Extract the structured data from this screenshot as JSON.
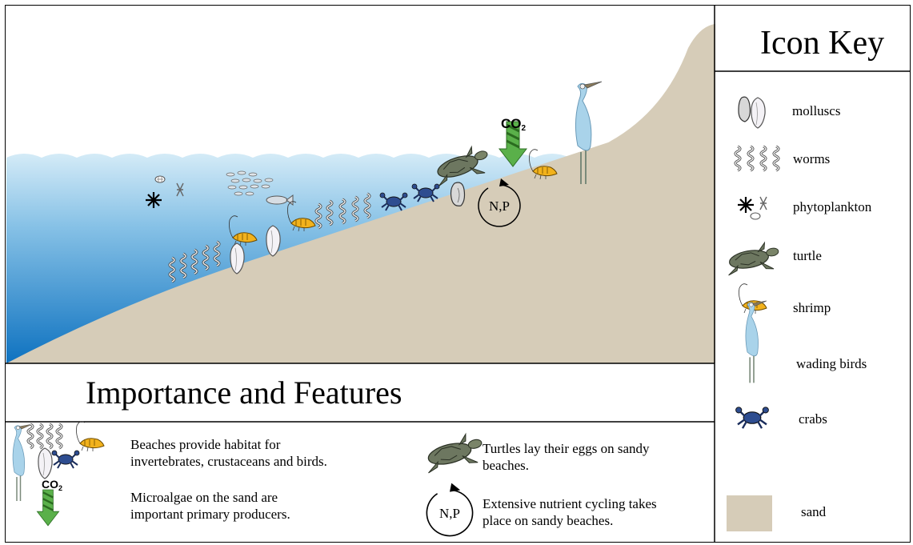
{
  "icon_key": {
    "title": "Icon Key",
    "items": [
      {
        "icon": "mollusc-icon",
        "label": "molluscs"
      },
      {
        "icon": "worm-icon",
        "label": "worms"
      },
      {
        "icon": "phytoplankton-icon",
        "label": "phytoplankton"
      },
      {
        "icon": "turtle-icon",
        "label": "turtle"
      },
      {
        "icon": "shrimp-icon",
        "label": "shrimp"
      },
      {
        "icon": "wading-bird-icon",
        "label": "wading birds"
      },
      {
        "icon": "crab-icon",
        "label": "crabs"
      },
      {
        "icon": "sand-swatch",
        "label": "sand"
      }
    ]
  },
  "scene": {
    "co2_label": "CO",
    "co2_subscript": "2",
    "nutrient_label": "N,P"
  },
  "importance": {
    "title": "Importance and Features",
    "items": [
      {
        "line1": "Beaches provide habitat for",
        "line2": "invertebrates, crustaceans and birds."
      },
      {
        "line1": "Microalgae on the sand are",
        "line2": "important primary producers."
      },
      {
        "line1": "Turtles lay their eggs on sandy",
        "line2": "beaches."
      },
      {
        "line1": "Extensive nutrient cycling takes",
        "line2": "place on sandy beaches."
      }
    ]
  },
  "colors": {
    "sand": "#d6ccb8",
    "water_light": "#c8e4f3",
    "water_deep": "#1e7fc6",
    "co2_arrow": "#5ab04a",
    "crab": "#2c4a8c",
    "shrimp": "#f2b21c",
    "bird": "#a9d3ea"
  }
}
